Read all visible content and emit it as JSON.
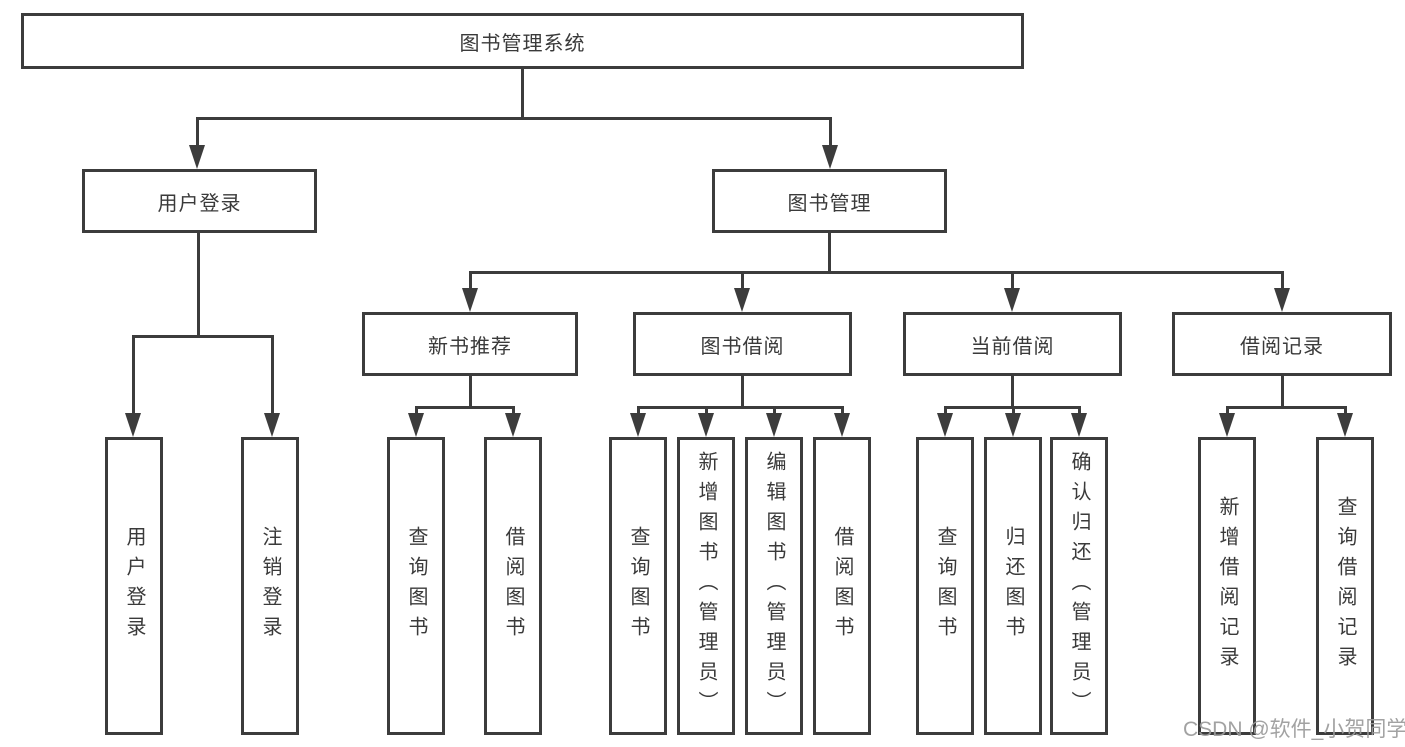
{
  "diagram": {
    "root": {
      "label": "图书管理系统"
    },
    "level2": [
      {
        "label": "用户登录"
      },
      {
        "label": "图书管理"
      }
    ],
    "level3": [
      {
        "label": "新书推荐"
      },
      {
        "label": "图书借阅"
      },
      {
        "label": "当前借阅"
      },
      {
        "label": "借阅记录"
      }
    ],
    "leaves": {
      "user_login": [
        {
          "label": "用户登录"
        },
        {
          "label": "注销登录"
        }
      ],
      "new_book": [
        {
          "label": "查询图书"
        },
        {
          "label": "借阅图书"
        }
      ],
      "book_borrow": [
        {
          "label": "查询图书"
        },
        {
          "label": "新增图书（管理员）"
        },
        {
          "label": "编辑图书（管理员）"
        },
        {
          "label": "借阅图书"
        }
      ],
      "current_borrow": [
        {
          "label": "查询图书"
        },
        {
          "label": "归还图书"
        },
        {
          "label": "确认归还（管理员）"
        }
      ],
      "borrow_records": [
        {
          "label": "新增借阅记录"
        },
        {
          "label": "查询借阅记录"
        }
      ]
    }
  },
  "watermark": {
    "label": "CSDN @软件_小贺同学"
  },
  "colors": {
    "line": "#3c3c3c",
    "text": "#3a3a3a",
    "watermark": "#9b9b9b",
    "background": "#ffffff"
  }
}
